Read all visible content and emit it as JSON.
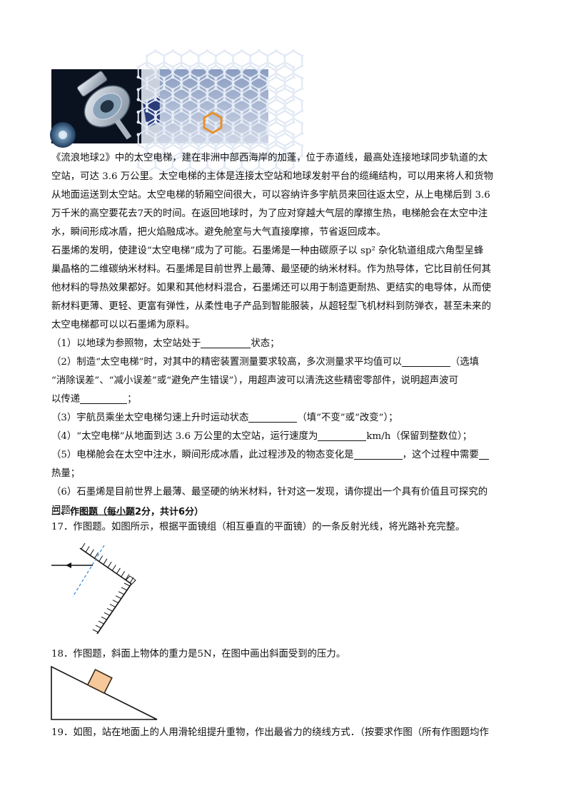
{
  "passage": {
    "lines": [
      "《流浪地球2》中的太空电梯，建在非洲中部西海岸的加蓬，位于赤道线，最高处连接地球同步轨道的太",
      "空站，可达 3.6 万公里。太空电梯的主体是连接太空站和地球发射平台的缆绳结构，可以用来将人和货物",
      "从地面运送到太空站。太空电梯的轿厢空间很大，可以容纳许多宇航员来回往返太空，从上电梯后到 3.6",
      "万千米的高空要花去7天的时间。在返回地球时，为了应对穿越大气层的摩擦生热，电梯舱会在太空中注",
      "水，瞬间形成冰盾，把火焰融成冰。避免舱室与大气直接摩擦，节省返回成本。",
      "石墨烯的发明，使建设“太空电梯”成为了可能。石墨烯是一种由碳原子以 sp² 杂化轨道组成六角型呈蜂",
      "巢晶格的二维碳纳米材料。石墨烯是目前世界上最薄、最坚硬的纳米材料。作为热导体，它比目前任何其",
      "他材料的导热效果都好。如果和其他材料混合，石墨烯还可以用于制造更耐热、更结实的电导体，从而使",
      "新材料更薄、更轻、更富有弹性，从柔性电子产品到智能服装，从超轻型飞机材料到防弹衣，甚至未来的",
      "太空电梯都可以以石墨烯为原料。"
    ]
  },
  "questions": {
    "q1": {
      "a": "（1）以地球为参照物，太空站处于",
      "b": "状态；"
    },
    "q2": {
      "a": "（2）制造“太空电梯”时，对其中的精密装置测量要求较高，多次测量求平均值可以",
      "b": "（选填",
      "c": "“消除误差”、“减小误差”或“避免产生错误”），用超声波可以清洗这些精密零部件，说明超声波可",
      "d": "以传递",
      "e": "；"
    },
    "q3": {
      "a": "（3）宇航员乘坐太空电梯匀速上升时运动状态",
      "b": "（填“不变”或“改变”）；"
    },
    "q4": {
      "a": "（4）“太空电梯”从地面到达 3.6 万公里的太空站，运行速度为",
      "b": "km/h（保留到整数位）；"
    },
    "q5": {
      "a": "（5）电梯舱会在太空中注水，瞬间形成冰盾，此过程涉及的物态变化是",
      "b": "，这个过程中需要",
      "c": "热量；"
    },
    "q6": {
      "a": "（6）石墨烯是目前世界上最薄、最坚硬的纳米材料，针对这一发现，请你提出一个具有价值且可探究的",
      "b": "问题：",
      "c": "。"
    }
  },
  "section3": {
    "heading": "三、作图题（每小题2分，共计6分）"
  },
  "q17": {
    "text": "17．作图题。如图所示，根据平面镜组（相互垂直的平面镜）的一条反射光线，将光路补充完整。"
  },
  "q18": {
    "text": "18．作图题，斜面上物体的重力是5N，在图中画出斜面受到的压力。"
  },
  "q19": {
    "text": "19．如图，站在地面上的人用滑轮组提升重物，作出最省力的绕线方式．（按要求作图（所有作图题均作"
  },
  "colors": {
    "normal_line": "#3a8fd8",
    "block_fill": "#f6c89a",
    "block_stroke": "#3a2a1a",
    "graphene_bg": "#6b7fa6",
    "graphene_hl": "#e8902a"
  },
  "icons": [
    "space-elevator-image",
    "graphene-lattice-image"
  ]
}
